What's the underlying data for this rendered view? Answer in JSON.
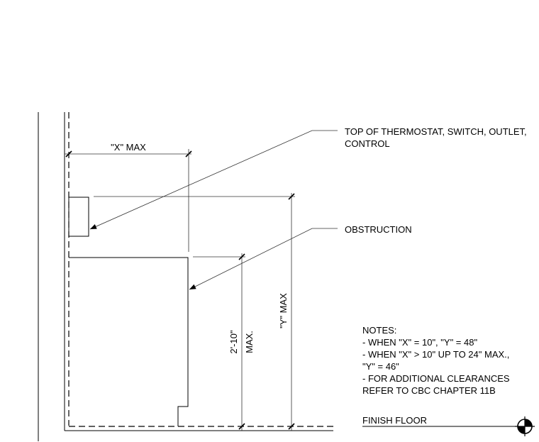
{
  "labels": {
    "x_max": "\"X\" MAX",
    "y_max": "\"Y\" MAX",
    "dim_value": "2'-10\"",
    "dim_max": "MAX.",
    "callout_top_line1": "TOP OF THERMOSTAT, SWITCH, OUTLET,",
    "callout_top_line2": "CONTROL",
    "callout_obstruction": "OBSTRUCTION",
    "finish_floor": "FINISH FLOOR"
  },
  "notes": {
    "title": "NOTES:",
    "lines": [
      "- WHEN \"X\" = 10\", \"Y\" = 48\"",
      "- WHEN \"X\" > 10\" UP TO 24\" MAX.,",
      "\"Y\" = 46\"",
      "- FOR ADDITIONAL CLEARANCES",
      "REFER TO CBC CHAPTER 11B"
    ]
  },
  "colors": {
    "line": "#000000",
    "background": "#ffffff"
  }
}
